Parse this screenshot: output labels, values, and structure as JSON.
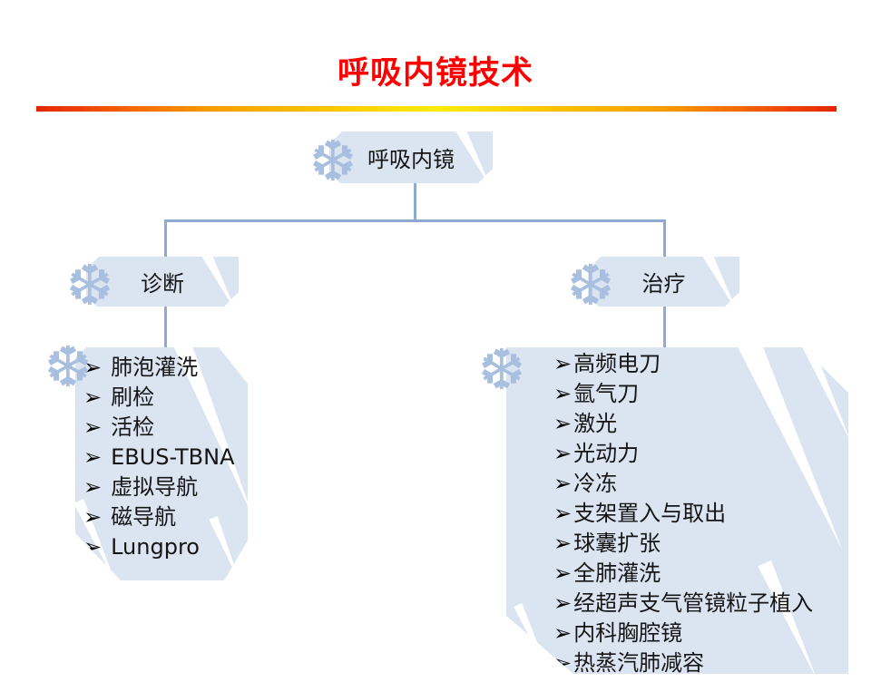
{
  "slide": {
    "title": "呼吸内镜技术",
    "title_color": "#fe0000",
    "divider_gradient": [
      "#e62500",
      "#ff9d00",
      "#ffec00",
      "#ff9d00",
      "#e62500"
    ]
  },
  "diagram": {
    "root": {
      "label": "呼吸内镜"
    },
    "branches": [
      {
        "label": "诊断",
        "items": [
          "肺泡灌洗",
          "刷检",
          "活检",
          "EBUS-TBNA",
          "虚拟导航",
          "磁导航",
          "Lungpro"
        ]
      },
      {
        "label": "治疗",
        "items": [
          "高频电刀",
          "氩气刀",
          "激光",
          "光动力",
          "冷冻",
          "支架置入与取出",
          "球囊扩张",
          "全肺灌洗",
          "经超声支气管镜粒子植入",
          "内科胸腔镜",
          "热蒸汽肺减容"
        ]
      }
    ],
    "bullet_glyph": "➢",
    "snowflake_glyph": "❆",
    "colors": {
      "box_fill": "#dbe5f1",
      "snowflake": "#a9bfdf",
      "connector": "#8fa9d0",
      "text": "#151515"
    }
  }
}
